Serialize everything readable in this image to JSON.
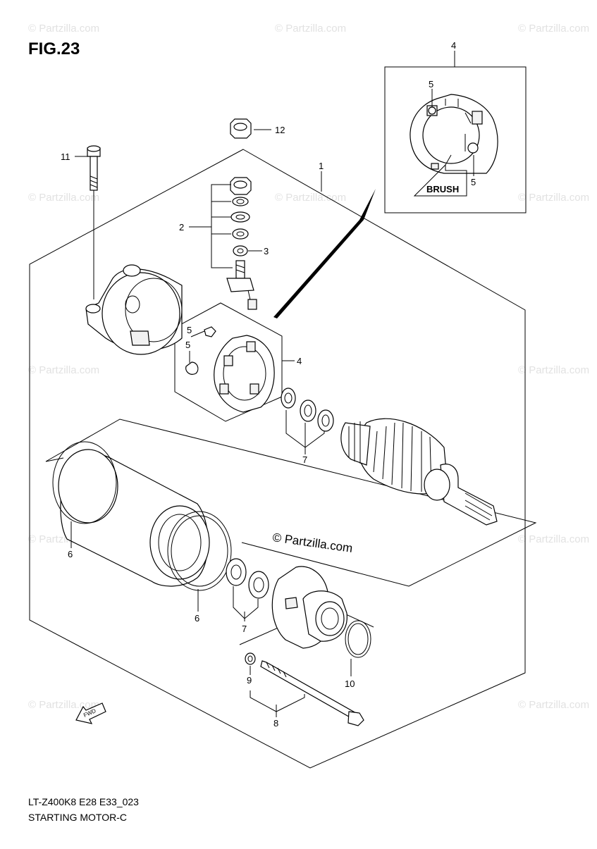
{
  "figure": {
    "title": "FIG.23",
    "code": "LT-Z400K8 E28 E33_023",
    "name": "STARTING MOTOR-C"
  },
  "watermark": {
    "text": "© Partzilla.com",
    "center_text": "© Partzilla.com"
  },
  "inset": {
    "label": "BRUSH"
  },
  "callouts": {
    "c1": "1",
    "c2": "2",
    "c3": "3",
    "c4_inset": "4",
    "c4_main": "4",
    "c5_inset_top": "5",
    "c5_inset_bottom": "5",
    "c5_main_top": "5",
    "c5_main_bottom": "5",
    "c6_left": "6",
    "c6_mid": "6",
    "c7_upper": "7",
    "c7_lower": "7",
    "c8": "8",
    "c9": "9",
    "c10": "10",
    "c11": "11",
    "c12": "12"
  },
  "fwd_arrow": {
    "label": "FWD",
    "icon": "fwd-arrow-icon"
  }
}
